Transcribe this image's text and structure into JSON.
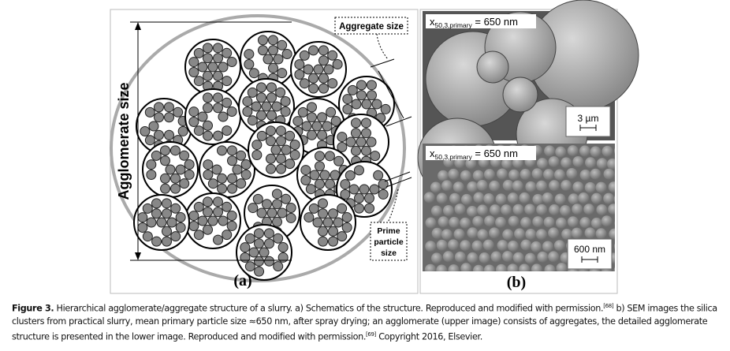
{
  "panel_a": {
    "label": "(a)",
    "agglomerate_label": "Agglomerate size",
    "aggregate_label": "Aggregate size",
    "prime_label_1": "Prime",
    "prime_label_2": "particle",
    "prime_label_3": "size"
  },
  "panel_b": {
    "label": "(b)",
    "top": {
      "annotation_x": "x",
      "annotation_sub": "50,3,primary",
      "annotation_value": "= 650 nm",
      "scale_bar": "3 µm"
    },
    "bottom": {
      "annotation_x": "x",
      "annotation_sub": "50,3,primary",
      "annotation_value": "= 650 nm",
      "scale_bar": "600 nm"
    }
  },
  "caption": {
    "figure_label": "Figure 3.",
    "text_1": " Hierarchical agglomerate/aggregate structure of a slurry. a) Schematics of the structure. Reproduced and modified with permission.",
    "ref_1": "[68]",
    "text_2": " b) SEM images the silica clusters from practical slurry, mean primary particle size ≈650 nm, after spray drying; an agglomerate (upper image) consists of aggregates, the detailed agglomerate structure is presented in the lower image. Reproduced and modified with permission.",
    "ref_2": "[69]",
    "text_3": " Copyright 2016, Elsevier."
  }
}
